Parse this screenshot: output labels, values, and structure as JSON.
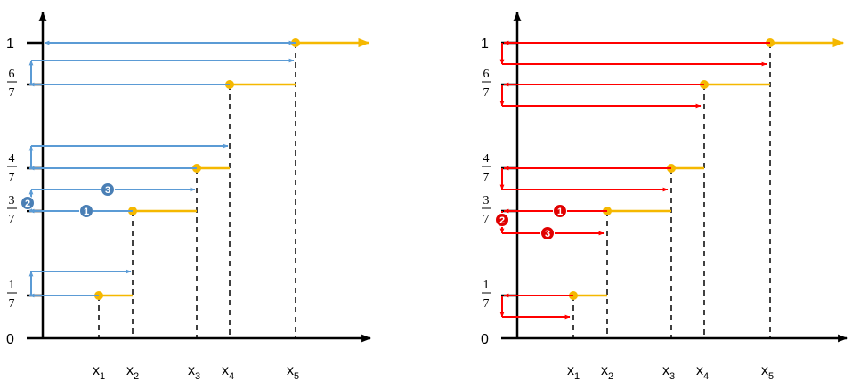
{
  "colors": {
    "left_arrows": "#5b9bd5",
    "right_arrows": "#ff0000",
    "steps": "#f5b800",
    "axis": "#000000"
  },
  "y_labels": {
    "zero": "0",
    "one": "1",
    "one_seventh": [
      "1",
      "7"
    ],
    "three_sevenths": [
      "3",
      "7"
    ],
    "four_sevenths": [
      "4",
      "7"
    ],
    "six_sevenths": [
      "6",
      "7"
    ]
  },
  "x_labels": [
    {
      "main": "x",
      "sub": "1"
    },
    {
      "main": "x",
      "sub": "2"
    },
    {
      "main": "x",
      "sub": "3"
    },
    {
      "main": "x",
      "sub": "4"
    },
    {
      "main": "x",
      "sub": "5"
    }
  ],
  "badges": {
    "one": "1",
    "two": "2",
    "three": "3"
  }
}
